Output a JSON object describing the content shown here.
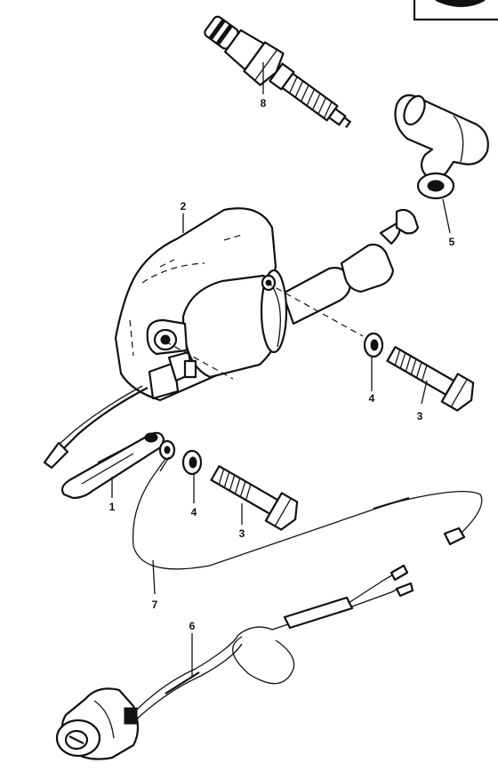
{
  "callouts": [
    {
      "id": "1",
      "label": "1"
    },
    {
      "id": "2",
      "label": "2"
    },
    {
      "id": "3a",
      "label": "3"
    },
    {
      "id": "3b",
      "label": "3"
    },
    {
      "id": "4a",
      "label": "4"
    },
    {
      "id": "4b",
      "label": "4"
    },
    {
      "id": "5",
      "label": "5"
    },
    {
      "id": "6",
      "label": "6"
    },
    {
      "id": "7",
      "label": "7"
    },
    {
      "id": "8",
      "label": "8"
    }
  ],
  "colors": {
    "ink": "#111111",
    "paper": "#ffffff"
  }
}
